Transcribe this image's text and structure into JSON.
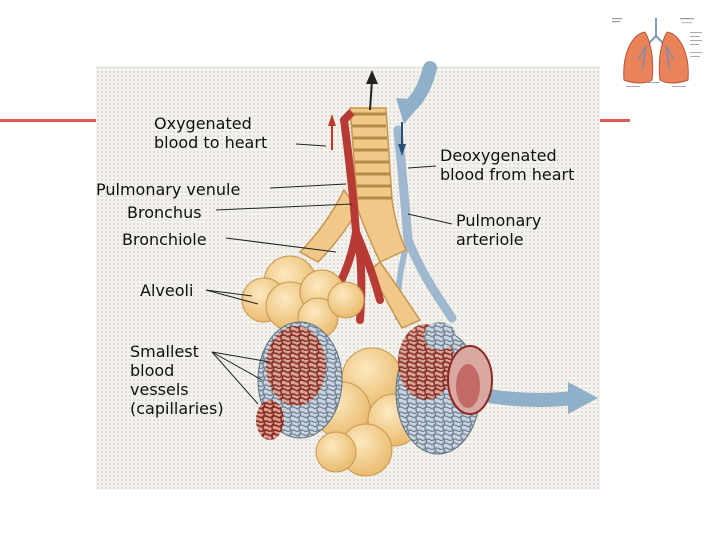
{
  "labels": {
    "oxygenated": [
      "Oxygenated",
      "blood to heart"
    ],
    "deoxygenated": [
      "Deoxygenated",
      "blood from heart"
    ],
    "pulmonary_venule": "Pulmonary venule",
    "bronchus": "Bronchus",
    "bronchiole": "Bronchiole",
    "pulmonary_arteriole": [
      "Pulmonary",
      "arteriole"
    ],
    "alveoli": "Alveoli",
    "capillaries": [
      "Smallest",
      "blood",
      "vessels",
      "(capillaries)"
    ]
  },
  "colors": {
    "accent_rule": "#e05a55",
    "panel_bg": "#f4f2ec",
    "airway": "#f0c98a",
    "artery_blue": "#9fb8cf",
    "vein_red": "#b83a35",
    "alveoli": "#f6d9a0",
    "arrow_blue": "#8fb0c8"
  }
}
